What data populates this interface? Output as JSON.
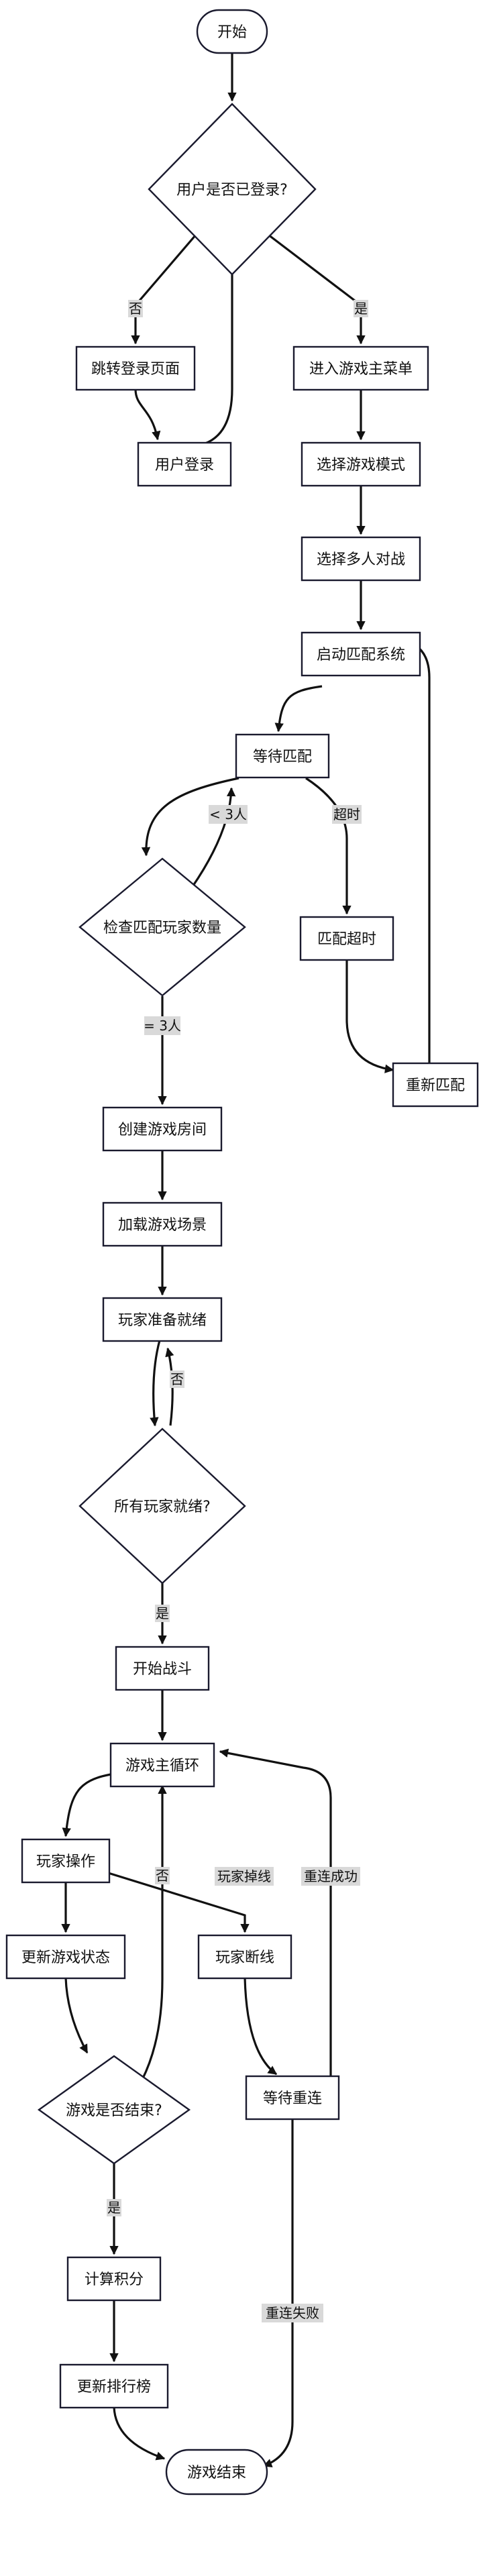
{
  "nodes": {
    "start": "开始",
    "logged_in": "用户是否已登录?",
    "goto_login": "跳转登录页面",
    "user_login": "用户登录",
    "main_menu": "进入游戏主菜单",
    "select_mode": "选择游戏模式",
    "select_multi": "选择多人对战",
    "start_match": "启动匹配系统",
    "wait_match": "等待匹配",
    "check_count": "检查匹配玩家数量",
    "match_timeout": "匹配超时",
    "rematch": "重新匹配",
    "create_room": "创建游戏房间",
    "load_scene": "加载游戏场景",
    "player_ready": "玩家准备就绪",
    "all_ready": "所有玩家就绪?",
    "start_battle": "开始战斗",
    "main_loop": "游戏主循环",
    "player_action": "玩家操作",
    "update_state": "更新游戏状态",
    "player_disconnect": "玩家断线",
    "game_over": "游戏是否结束?",
    "wait_reconnect": "等待重连",
    "calc_score": "计算积分",
    "update_rank": "更新排行榜",
    "game_end": "游戏结束"
  },
  "edge_labels": {
    "no": "否",
    "yes": "是",
    "lt3": "< 3人",
    "timeout": "超时",
    "eq3": "= 3人",
    "ready_no": "否",
    "ready_yes": "是",
    "disconnect": "玩家掉线",
    "reconnect_ok": "重连成功",
    "loop_no": "否",
    "end_yes": "是",
    "reconnect_fail": "重连失败"
  }
}
